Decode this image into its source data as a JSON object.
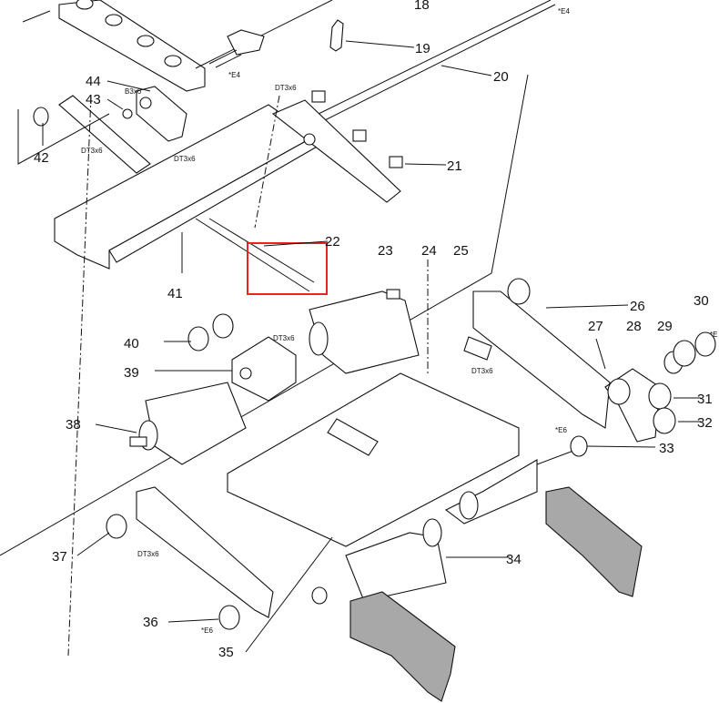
{
  "diagram": {
    "part_numbers": {
      "p18": "18",
      "p19": "19",
      "p20": "20",
      "p21": "21",
      "p22": "22",
      "p23": "23",
      "p24": "24",
      "p25": "25",
      "p26": "26",
      "p27": "27",
      "p28": "28",
      "p29": "29",
      "p30": "30",
      "p31": "31",
      "p32": "32",
      "p33": "33",
      "p34": "34",
      "p35": "35",
      "p36": "36",
      "p37": "37",
      "p38": "38",
      "p39": "39",
      "p40": "40",
      "p41": "41",
      "p42": "42",
      "p43": "43",
      "p44": "44"
    },
    "annotations": {
      "b3x6": "B3x6",
      "dt1": "DT3x6",
      "dt2": "DT3x6",
      "dt3": "DT3x6",
      "dt4": "DT3x6",
      "dt5": "DT3x6",
      "dt6": "DT3x6",
      "e4a": "*E4",
      "e4b": "*E4",
      "e6a": "*E6",
      "e6b": "*E6",
      "e_clip": "*E"
    },
    "highlight_color": "#e8261f",
    "plate_color": "#a8a8a8"
  }
}
